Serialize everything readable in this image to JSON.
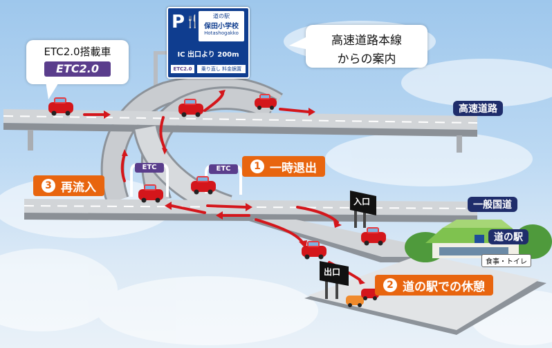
{
  "etc_callout": {
    "title": "ETC2.0搭載車",
    "logo": "ETC2.0"
  },
  "road_sign": {
    "glyph": "P",
    "station_small": "道の駅",
    "station_name": "保田小学校",
    "station_roman": "Hotashogakko",
    "exit_line": "IC 出口より 200m",
    "etc_tag": "ETC2.0",
    "note": "乗り直し 料金据置"
  },
  "guide_callout": {
    "line1": "高速道路本線",
    "line2": "からの案内"
  },
  "labels": {
    "expressway": "高速道路",
    "general_road": "一般国道",
    "roadside_station": "道の駅",
    "restroom": "食事・トイレ"
  },
  "steps": [
    {
      "number": "1",
      "text": "一時退出"
    },
    {
      "number": "2",
      "text": "道の駅での休憩"
    },
    {
      "number": "3",
      "text": "再流入"
    }
  ],
  "gates": [
    "ETC",
    "ETC"
  ],
  "entrance_sign": "入口",
  "exit_sign": "出口",
  "colors": {
    "navy": "#1f2d6b",
    "orange": "#e8650f",
    "arrow_red": "#d4161b",
    "etc_purple": "#5a3d8c",
    "sign_blue": "#0f3d8f"
  }
}
